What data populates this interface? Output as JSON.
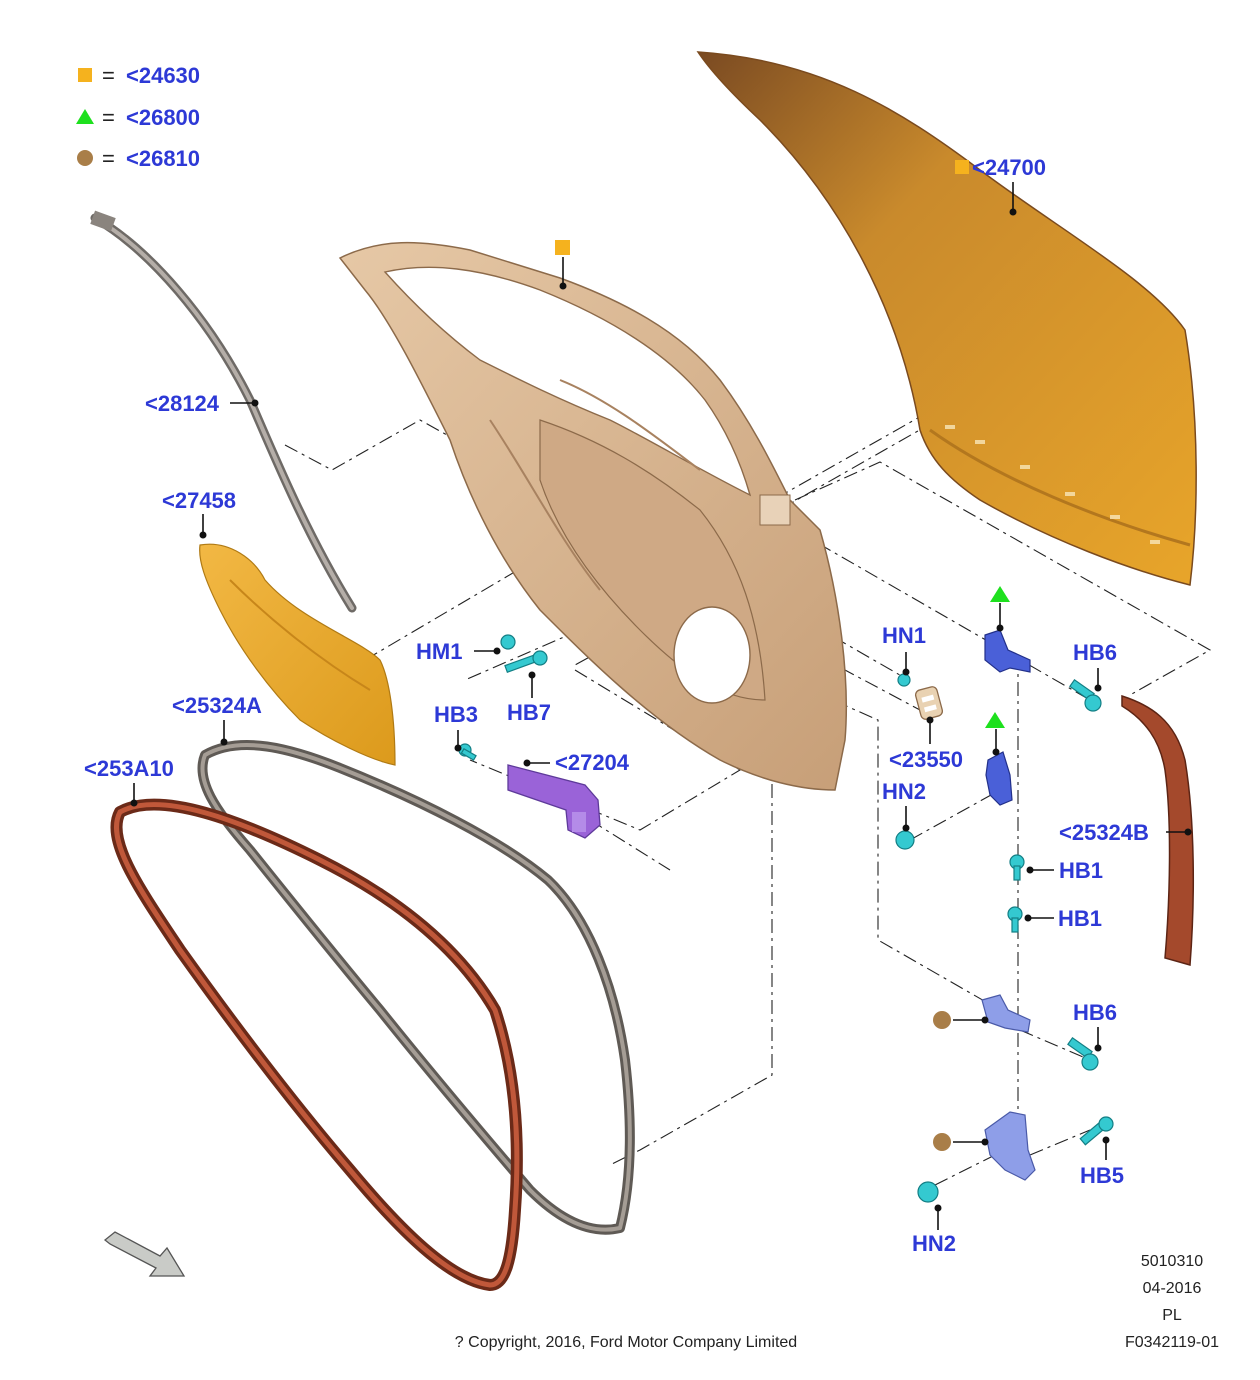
{
  "legend": [
    {
      "symbol": "square",
      "color": "#f5b21e",
      "eq": "=",
      "ref": "<24630"
    },
    {
      "symbol": "triangle",
      "color": "#1ee01e",
      "eq": "=",
      "ref": "<26800"
    },
    {
      "symbol": "circle",
      "color": "#a97e48",
      "eq": "=",
      "ref": "<26810"
    }
  ],
  "parts": {
    "p24700": "<24700",
    "p28124": "<28124",
    "p27458": "<27458",
    "p25324A": "<25324A",
    "p253A10": "<253A10",
    "hm1": "HM1",
    "hb7": "HB7",
    "hb3": "HB3",
    "p27204": "<27204",
    "hn1": "HN1",
    "p23550": "<23550",
    "hn2_upper": "HN2",
    "hb6_upper": "HB6",
    "hb1_upper": "HB1",
    "hb1_lower": "HB1",
    "p25324B": "<25324B",
    "hb6_lower": "HB6",
    "hb5": "HB5",
    "hn2_lower": "HN2"
  },
  "footer": {
    "code": "5010310",
    "date": "04-2016",
    "lang": "PL",
    "figure": "F0342119-01",
    "copyright": "? Copyright, 2016, Ford Motor Company Limited"
  },
  "colors": {
    "label_blue": "#2d39d6",
    "outer_panel": "#d49a2a",
    "inner_panel": "#d9b48e",
    "weatherstrip_red": "#9c3a24",
    "weatherstrip_grey": "#8a8178",
    "hinge_blue": "#4a60d8",
    "fastener_cyan": "#34c9d0",
    "bracket_purple": "#9a63d8"
  },
  "icons": {
    "orientation": "front-arrow-icon"
  }
}
